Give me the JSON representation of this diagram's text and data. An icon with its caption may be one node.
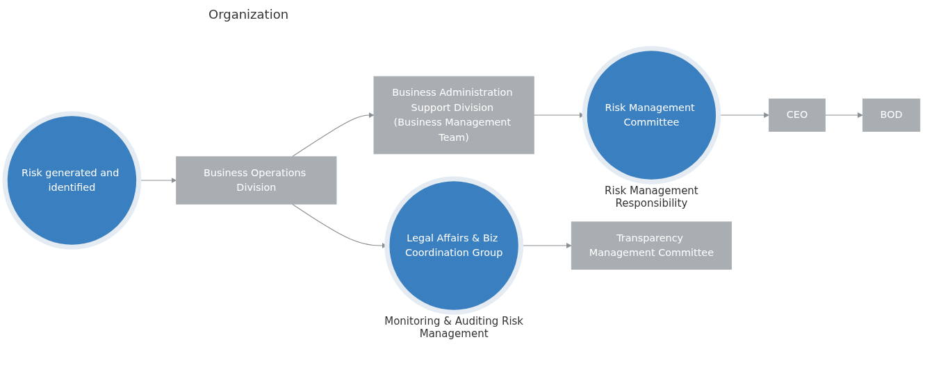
{
  "diagram": {
    "nodes": [
      {
        "text": [
          "Business Administration Support Division (Business Management Team)"
        ]
      },
      {
        "text": [
          "Risk Management Committee"
        ],
        "beside": [
          "Risk Management Responsibility"
        ]
      },
      {
        "text": [
          "CEO"
        ]
      },
      {
        "text": [
          "BOD"
        ]
      },
      {
        "text": [
          "Risk generated and identified"
        ]
      },
      {
        "text": [
          "Business Operations Division"
        ]
      },
      {
        "text": [
          "Legal Affairs & Biz Coordination Group"
        ],
        "beside": [
          "Monitoring & Auditing Risk Management"
        ]
      },
      {
        "text": [
          "Transparency Management Committee"
        ]
      }
    ],
    "edges": [
      {
        "from": 4,
        "to": 5,
        "arrow": "to"
      },
      {
        "from": 5,
        "to": 0,
        "arrow": "to"
      },
      {
        "from": 0,
        "to": 1,
        "arrow": "to"
      },
      {
        "from": 1,
        "to": 2,
        "arrow": "to"
      },
      {
        "from": 2,
        "to": 3,
        "arrow": "to"
      },
      {
        "from": 5,
        "to": 6,
        "arrow": "to"
      },
      {
        "from": 6,
        "to": 7,
        "arrow": "to"
      }
    ],
    "labels": [
      "Organization"
    ]
  }
}
